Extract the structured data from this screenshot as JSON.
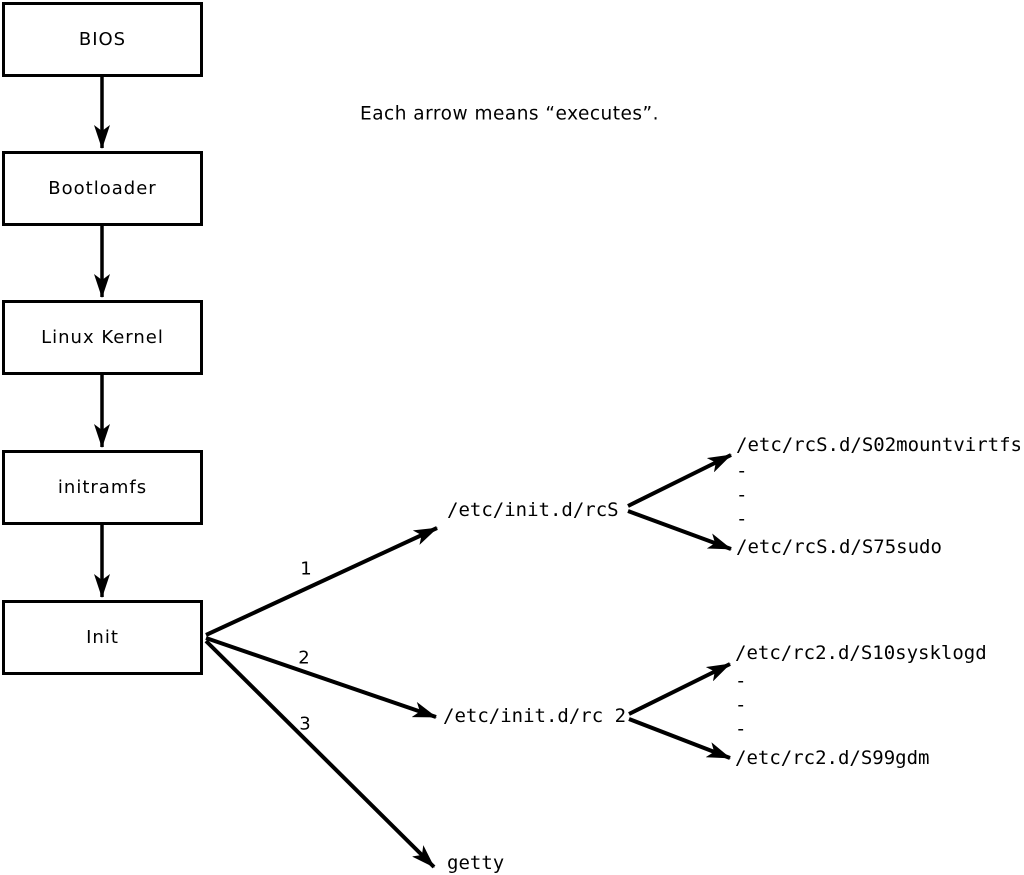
{
  "title_note": "Each arrow means “executes”.",
  "flow_boxes": [
    {
      "label": "BIOS"
    },
    {
      "label": "Bootloader"
    },
    {
      "label": "Linux Kernel"
    },
    {
      "label": "initramfs"
    },
    {
      "label": "Init"
    }
  ],
  "init_branches": [
    {
      "order": "1",
      "target": "/etc/init.d/rcS",
      "children": [
        "/etc/rcS.d/S02mountvirtfs",
        "-",
        "-",
        "-",
        "/etc/rcS.d/S75sudo"
      ]
    },
    {
      "order": "2",
      "target": "/etc/init.d/rc 2",
      "children": [
        "/etc/rc2.d/S10sysklogd",
        "-",
        "-",
        "-",
        "/etc/rc2.d/S99gdm"
      ]
    },
    {
      "order": "3",
      "target": "getty",
      "children": []
    }
  ],
  "colors": {
    "line": "#000000",
    "background": "#ffffff",
    "text": "#000000"
  }
}
